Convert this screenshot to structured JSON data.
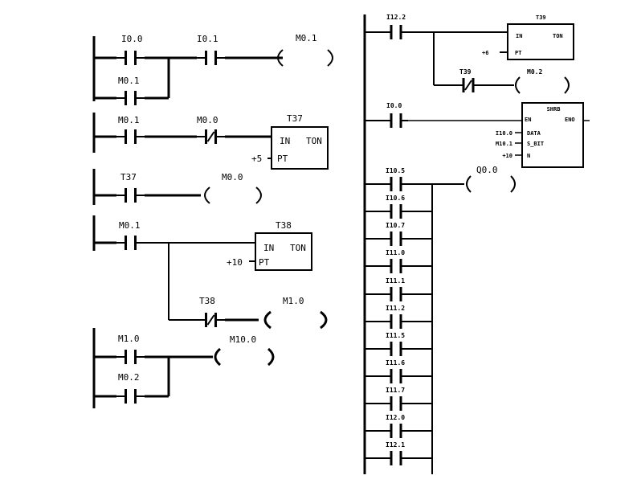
{
  "left_diagram": {
    "net1": {
      "contact_a": "I0.0",
      "contact_b": "I0.1",
      "coil": "M0.1",
      "parallel_contact": "M0.1"
    },
    "net2": {
      "contact_a": "M0.1",
      "contact_b": "M0.0",
      "timer": {
        "name": "T37",
        "in": "IN",
        "type": "TON",
        "pt_label": "PT",
        "pt_value": "+5"
      }
    },
    "net3": {
      "contact": "T37",
      "coil": "M0.0"
    },
    "net4": {
      "contact": "M0.1",
      "timer": {
        "name": "T38",
        "in": "IN",
        "type": "TON",
        "pt_label": "PT",
        "pt_value": "+10"
      },
      "branch_contact": "T38",
      "branch_coil": "M1.0"
    },
    "net5": {
      "contact_a": "M1.0",
      "contact_b": "M0.2",
      "coil": "M10.0"
    }
  },
  "right_diagram": {
    "net1": {
      "contact": "I12.2",
      "timer": {
        "name": "T39",
        "in": "IN",
        "type": "TON",
        "pt_label": "PT",
        "pt_value": "+6"
      },
      "branch_contact": "T39",
      "branch_coil": "M0.2"
    },
    "net2": {
      "contact": "I0.0",
      "block": {
        "name": "SHRB",
        "en": "EN",
        "eno": "ENO",
        "data_label": "DATA",
        "data_value": "I10.0",
        "sbit_label": "S_BIT",
        "sbit_value": "M10.1",
        "n_label": "N",
        "n_value": "+10"
      }
    },
    "net3": {
      "coil": "Q0.0",
      "contacts": [
        "I10.5",
        "I10.6",
        "I10.7",
        "I11.0",
        "I11.1",
        "I11.2",
        "I11.5",
        "I11.6",
        "I11.7",
        "I12.0",
        "I12.1"
      ]
    }
  }
}
